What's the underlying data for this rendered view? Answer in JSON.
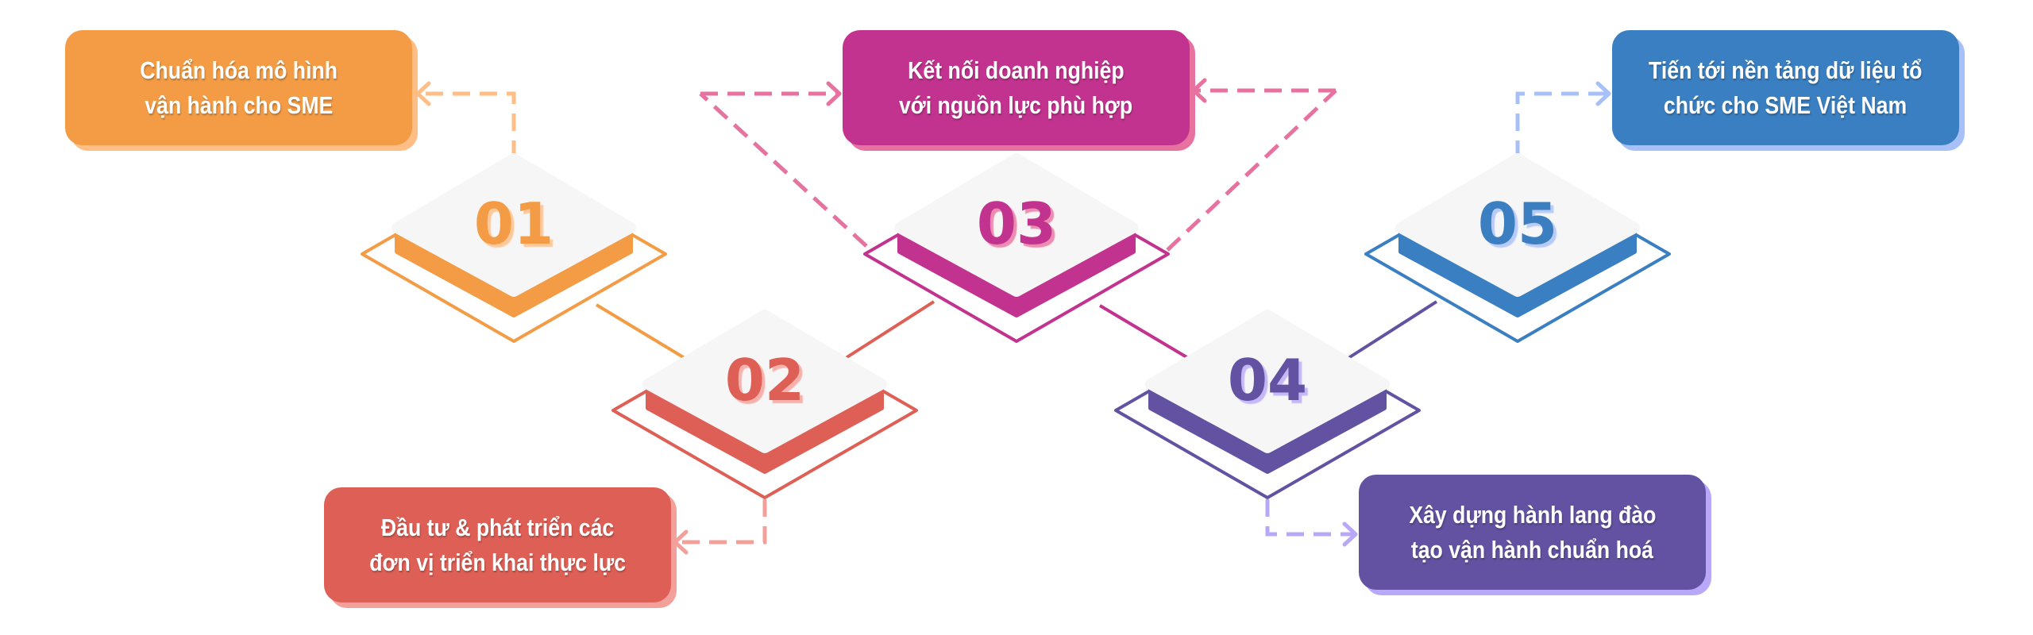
{
  "steps": [
    {
      "number": "01",
      "lines": [
        "Chuẩn hóa mô hình",
        "vận hành cho SME"
      ],
      "color": "#F39C45",
      "shadow": "#FFBE85"
    },
    {
      "number": "02",
      "lines": [
        "Đầu tư & phát triển các",
        "đơn vị triển khai thực lực"
      ],
      "color": "#DE5F55",
      "shadow": "#F4A09A"
    },
    {
      "number": "03",
      "lines": [
        "Kết nối doanh nghiệp",
        "với nguồn lực phù hợp"
      ],
      "color": "#C2338F",
      "shadow": "#E8729F"
    },
    {
      "number": "04",
      "lines": [
        "Xây dựng hành lang đào",
        "tạo vận hành chuẩn hoá"
      ],
      "color": "#6351A1",
      "shadow": "#B9A8F8"
    },
    {
      "number": "05",
      "lines": [
        "Tiến tới nền tảng dữ liệu tổ",
        "chức cho SME Việt Nam"
      ],
      "color": "#3A7FC1",
      "shadow": "#A8C0F8"
    }
  ],
  "face_color": "#F6F6F6"
}
